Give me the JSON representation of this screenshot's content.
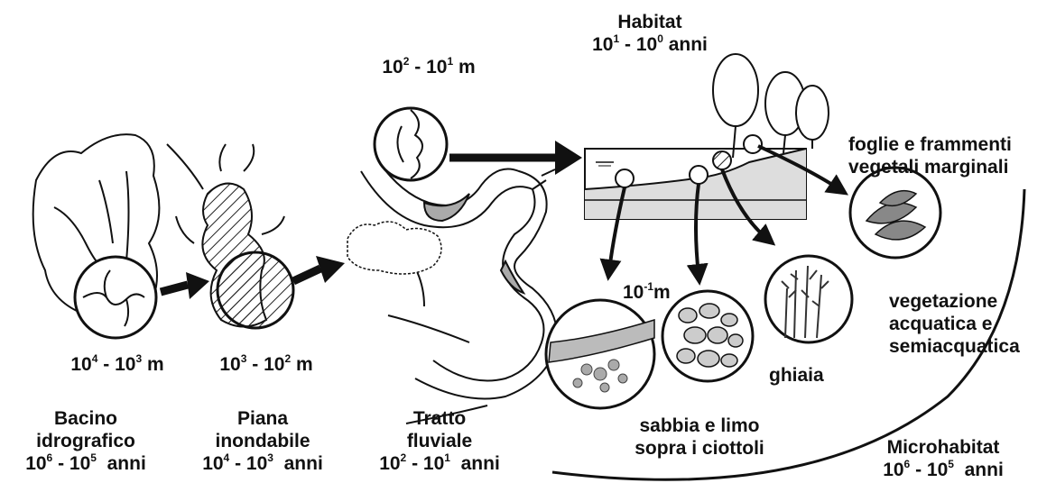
{
  "scales": {
    "basin_space": {
      "a": "10",
      "ae": "4",
      "sep": " - ",
      "b": "10",
      "be": "3",
      "unit": " m"
    },
    "flood_space": {
      "a": "10",
      "ae": "3",
      "sep": " - ",
      "b": "10",
      "be": "2",
      "unit": " m"
    },
    "reach_space": {
      "a": "10",
      "ae": "2",
      "sep": " - ",
      "b": "10",
      "be": "1",
      "unit": " m"
    },
    "micro_space": {
      "a": "10",
      "ae": "-1",
      "unit": "m"
    },
    "habitat_time": {
      "a": "10",
      "ae": "1",
      "sep": " - ",
      "b": "10",
      "be": "0",
      "unit": " anni"
    },
    "basin_time": {
      "a": "10",
      "ae": "6",
      "sep": " - ",
      "b": "10",
      "be": "5",
      "unit": "  anni"
    },
    "flood_time": {
      "a": "10",
      "ae": "4",
      "sep": " - ",
      "b": "10",
      "be": "3",
      "unit": "  anni"
    },
    "reach_time": {
      "a": "10",
      "ae": "2",
      "sep": " - ",
      "b": "10",
      "be": "1",
      "unit": "  anni"
    },
    "micro_time": {
      "a": "10",
      "ae": "6",
      "sep": " - ",
      "b": "10",
      "be": "5",
      "unit": "  anni"
    }
  },
  "labels": {
    "basin": [
      "Bacino",
      "idrografico"
    ],
    "floodplain": [
      "Piana",
      "inondabile"
    ],
    "reach": [
      "Tratto",
      "fluviale"
    ],
    "habitat": "Habitat",
    "microhabitat": "Microhabitat",
    "leaves": [
      "foglie e frammenti",
      "vegetali marginali"
    ],
    "vegetation": [
      "vegetazione",
      "acquatica e",
      "semiacquatica"
    ],
    "gravel": "ghiaia",
    "sand": [
      "sabbia e limo",
      "sopra i ciottoli"
    ]
  }
}
